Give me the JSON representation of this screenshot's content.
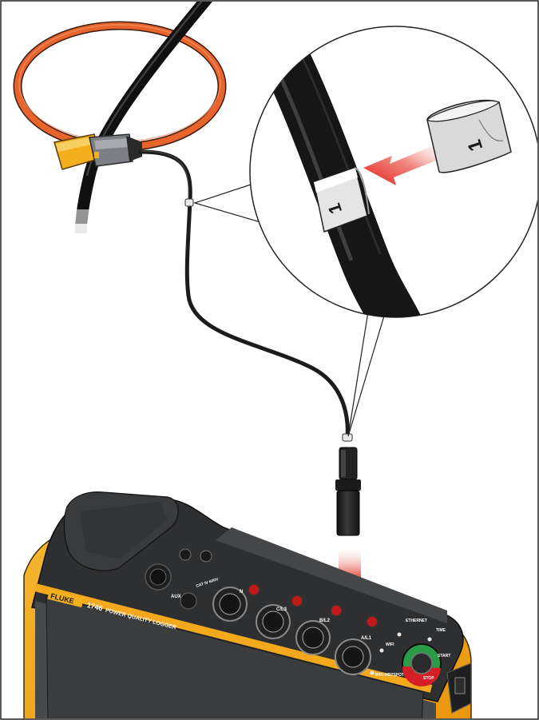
{
  "figure": {
    "marker_number": "1",
    "logger": {
      "brand": "FLUKE",
      "model": "1746",
      "model_name": "POWER QUALITY LOGGER",
      "jack_labels": [
        "N",
        "C/L3",
        "B/L2",
        "A/L1"
      ],
      "status_labels": [
        "ETHERNET",
        "TIME",
        "WIFI",
        "WIFI HOTSPOT"
      ],
      "start_label": "START",
      "stop_label": "STOP",
      "voltage_label": "AUX",
      "warning_text": "CAT IV 600V"
    },
    "colors": {
      "probe_orange": "#E8642D",
      "clamp_yellow": "#F2B01E",
      "arrow_red": "#E2231A",
      "case_yellow": "#F4A81D",
      "cable_black": "#1c1c1c"
    }
  }
}
